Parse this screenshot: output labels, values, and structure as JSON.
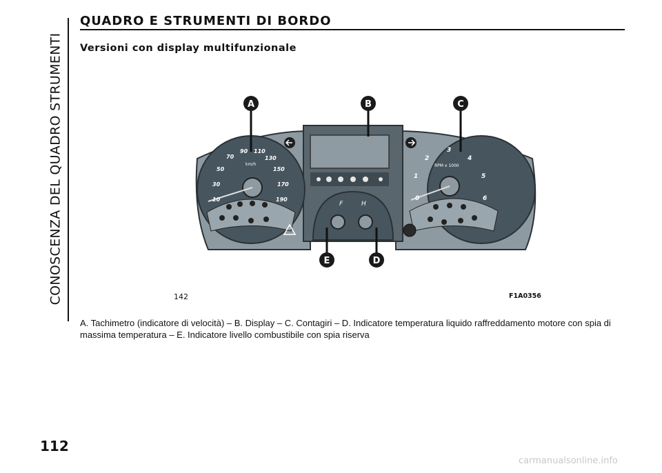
{
  "sidebar": {
    "section_title": "CONOSCENZA DEL QUADRO STRUMENTI"
  },
  "header": {
    "title": "QUADRO E STRUMENTI DI BORDO",
    "subtitle": "Versioni con display multifunzionale"
  },
  "figure": {
    "callouts": [
      "A",
      "B",
      "C",
      "D",
      "E"
    ],
    "speedometer": {
      "scale": [
        "10",
        "30",
        "50",
        "70",
        "90",
        "110",
        "130",
        "150",
        "170",
        "190"
      ],
      "unit": "km/h"
    },
    "tachometer": {
      "scale": [
        "0",
        "1",
        "2",
        "3",
        "4",
        "5",
        "6"
      ],
      "unit": "RPM x 1000"
    },
    "fuel_labels": {
      "full": "F"
    },
    "temp_labels": {
      "hot": "H"
    },
    "figure_number": "142",
    "figure_code": "F1A0356",
    "colors": {
      "dial": "#47555e",
      "housing": "#8e9aa1",
      "callout": "#1a1a1a"
    }
  },
  "caption": "A. Tachimetro (indicatore di velocità) – B. Display – C. Contagiri – D. Indicatore temperatura liquido raffreddamento motore con spia di massima temperatura – E. Indicatore livello combustibile con spia riserva",
  "page": {
    "number": "112"
  },
  "watermark": "carmanualsonline.info"
}
